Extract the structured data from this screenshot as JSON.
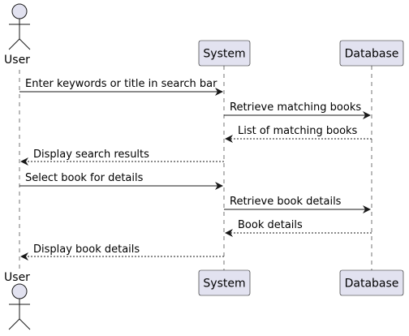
{
  "participants": {
    "user": "User",
    "system": "System",
    "database": "Database"
  },
  "messages": [
    {
      "from": "user",
      "to": "system",
      "text": "Enter keywords or title in search bar",
      "kind": "call"
    },
    {
      "from": "system",
      "to": "database",
      "text": "Retrieve matching books",
      "kind": "call"
    },
    {
      "from": "database",
      "to": "system",
      "text": "List of matching books",
      "kind": "return"
    },
    {
      "from": "system",
      "to": "user",
      "text": "Display search results",
      "kind": "return"
    },
    {
      "from": "user",
      "to": "system",
      "text": "Select book for details",
      "kind": "call"
    },
    {
      "from": "system",
      "to": "database",
      "text": "Retrieve book details",
      "kind": "call"
    },
    {
      "from": "database",
      "to": "system",
      "text": "Book details",
      "kind": "return"
    },
    {
      "from": "system",
      "to": "user",
      "text": "Display book details",
      "kind": "return"
    }
  ],
  "colors": {
    "participant_fill": "#E2E2F0",
    "participant_border": "#181818",
    "lifeline": "#181818",
    "arrow": "#181818"
  }
}
